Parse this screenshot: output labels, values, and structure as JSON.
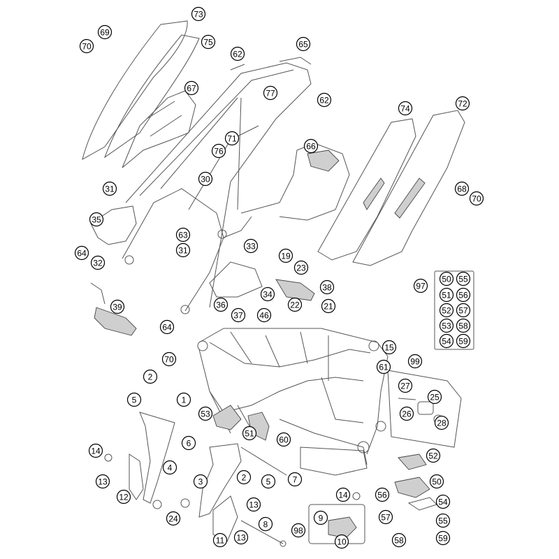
{
  "callouts": [
    {
      "id": "c73",
      "label": "73"
    },
    {
      "id": "c69",
      "label": "69"
    },
    {
      "id": "c70a",
      "label": "70"
    },
    {
      "id": "c75",
      "label": "75"
    },
    {
      "id": "c65",
      "label": "65"
    },
    {
      "id": "c62a",
      "label": "62"
    },
    {
      "id": "c67",
      "label": "67"
    },
    {
      "id": "c77",
      "label": "77"
    },
    {
      "id": "c62b",
      "label": "62"
    },
    {
      "id": "c74",
      "label": "74"
    },
    {
      "id": "c72",
      "label": "72"
    },
    {
      "id": "c71",
      "label": "71"
    },
    {
      "id": "c76",
      "label": "76"
    },
    {
      "id": "c66",
      "label": "66"
    },
    {
      "id": "c30",
      "label": "30"
    },
    {
      "id": "c31a",
      "label": "31"
    },
    {
      "id": "c68",
      "label": "68"
    },
    {
      "id": "c70b",
      "label": "70"
    },
    {
      "id": "c35",
      "label": "35"
    },
    {
      "id": "c63",
      "label": "63"
    },
    {
      "id": "c33",
      "label": "33"
    },
    {
      "id": "c64a",
      "label": "64"
    },
    {
      "id": "c31b",
      "label": "31"
    },
    {
      "id": "c32",
      "label": "32"
    },
    {
      "id": "c19",
      "label": "19"
    },
    {
      "id": "c23",
      "label": "23"
    },
    {
      "id": "c97",
      "label": "97"
    },
    {
      "id": "c50a",
      "label": "50"
    },
    {
      "id": "c55a",
      "label": "55"
    },
    {
      "id": "c51a",
      "label": "51"
    },
    {
      "id": "c56a",
      "label": "56"
    },
    {
      "id": "c52a",
      "label": "52"
    },
    {
      "id": "c57a",
      "label": "57"
    },
    {
      "id": "c53a",
      "label": "53"
    },
    {
      "id": "c58a",
      "label": "58"
    },
    {
      "id": "c54a",
      "label": "54"
    },
    {
      "id": "c59a",
      "label": "59"
    },
    {
      "id": "c38",
      "label": "38"
    },
    {
      "id": "c34",
      "label": "34"
    },
    {
      "id": "c39",
      "label": "39"
    },
    {
      "id": "c36",
      "label": "36"
    },
    {
      "id": "c37",
      "label": "37"
    },
    {
      "id": "c22",
      "label": "22"
    },
    {
      "id": "c21",
      "label": "21"
    },
    {
      "id": "c46",
      "label": "46"
    },
    {
      "id": "c64b",
      "label": "64"
    },
    {
      "id": "c15",
      "label": "15"
    },
    {
      "id": "c70c",
      "label": "70"
    },
    {
      "id": "c99",
      "label": "99"
    },
    {
      "id": "c61",
      "label": "61"
    },
    {
      "id": "c2a",
      "label": "2"
    },
    {
      "id": "c27",
      "label": "27"
    },
    {
      "id": "c1",
      "label": "1"
    },
    {
      "id": "c25",
      "label": "25"
    },
    {
      "id": "c5a",
      "label": "5"
    },
    {
      "id": "c53b",
      "label": "53"
    },
    {
      "id": "c26",
      "label": "26"
    },
    {
      "id": "c28",
      "label": "28"
    },
    {
      "id": "c51b",
      "label": "51"
    },
    {
      "id": "c6",
      "label": "6"
    },
    {
      "id": "c60",
      "label": "60"
    },
    {
      "id": "c14a",
      "label": "14"
    },
    {
      "id": "c52b",
      "label": "52"
    },
    {
      "id": "c4",
      "label": "4"
    },
    {
      "id": "c13a",
      "label": "13"
    },
    {
      "id": "c3",
      "label": "3"
    },
    {
      "id": "c2b",
      "label": "2"
    },
    {
      "id": "c5b",
      "label": "5"
    },
    {
      "id": "c7",
      "label": "7"
    },
    {
      "id": "c50b",
      "label": "50"
    },
    {
      "id": "c12",
      "label": "12"
    },
    {
      "id": "c14b",
      "label": "14"
    },
    {
      "id": "c56b",
      "label": "56"
    },
    {
      "id": "c54b",
      "label": "54"
    },
    {
      "id": "c13b",
      "label": "13"
    },
    {
      "id": "c24",
      "label": "24"
    },
    {
      "id": "c9",
      "label": "9"
    },
    {
      "id": "c57b",
      "label": "57"
    },
    {
      "id": "c55b",
      "label": "55"
    },
    {
      "id": "c8",
      "label": "8"
    },
    {
      "id": "c98",
      "label": "98"
    },
    {
      "id": "c11",
      "label": "11"
    },
    {
      "id": "c13c",
      "label": "13"
    },
    {
      "id": "c10",
      "label": "10"
    },
    {
      "id": "c58b",
      "label": "58"
    },
    {
      "id": "c59b",
      "label": "59"
    }
  ]
}
